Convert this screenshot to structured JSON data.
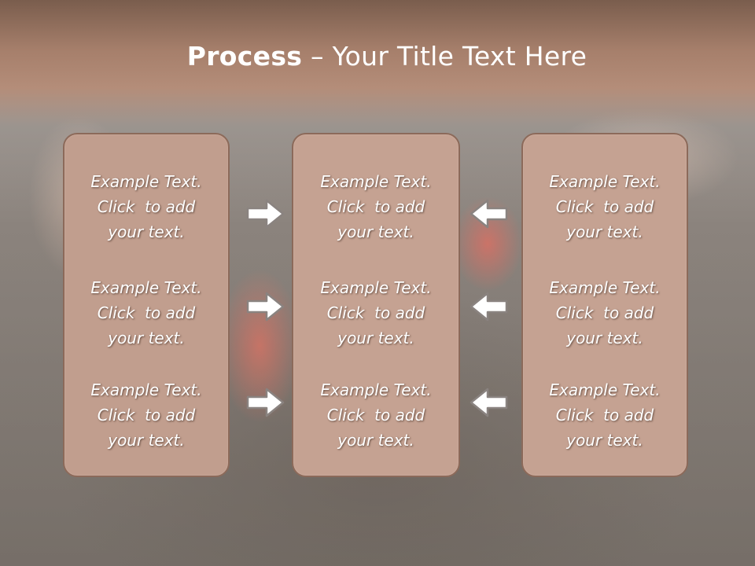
{
  "slide": {
    "title_bold": "Process",
    "title_rest": " – Your Title Text Here"
  },
  "columns": [
    {
      "items": [
        {
          "line1": "Example Text.",
          "line2": "Click  to add",
          "line3": "your text."
        },
        {
          "line1": "Example Text.",
          "line2": "Click  to add",
          "line3": "your text."
        },
        {
          "line1": "Example Text.",
          "line2": "Click  to add",
          "line3": "your text."
        }
      ]
    },
    {
      "items": [
        {
          "line1": "Example Text.",
          "line2": "Click  to add",
          "line3": "your text."
        },
        {
          "line1": "Example Text.",
          "line2": "Click  to add",
          "line3": "your text."
        },
        {
          "line1": "Example Text.",
          "line2": "Click  to add",
          "line3": "your text."
        }
      ]
    },
    {
      "items": [
        {
          "line1": "Example Text.",
          "line2": "Click  to add",
          "line3": "your text."
        },
        {
          "line1": "Example Text.",
          "line2": "Click  to add",
          "line3": "your text."
        },
        {
          "line1": "Example Text.",
          "line2": "Click  to add",
          "line3": "your text."
        }
      ]
    }
  ],
  "arrows": {
    "left_column": [
      "arrow-right-icon",
      "arrow-right-icon",
      "arrow-right-icon"
    ],
    "right_column": [
      "arrow-left-icon",
      "arrow-left-icon",
      "arrow-left-icon"
    ]
  },
  "colors": {
    "title_band": "#a67f6b",
    "box_fill": "#c5a292",
    "box_border": "#8c6a5a",
    "text": "#ffffff"
  }
}
